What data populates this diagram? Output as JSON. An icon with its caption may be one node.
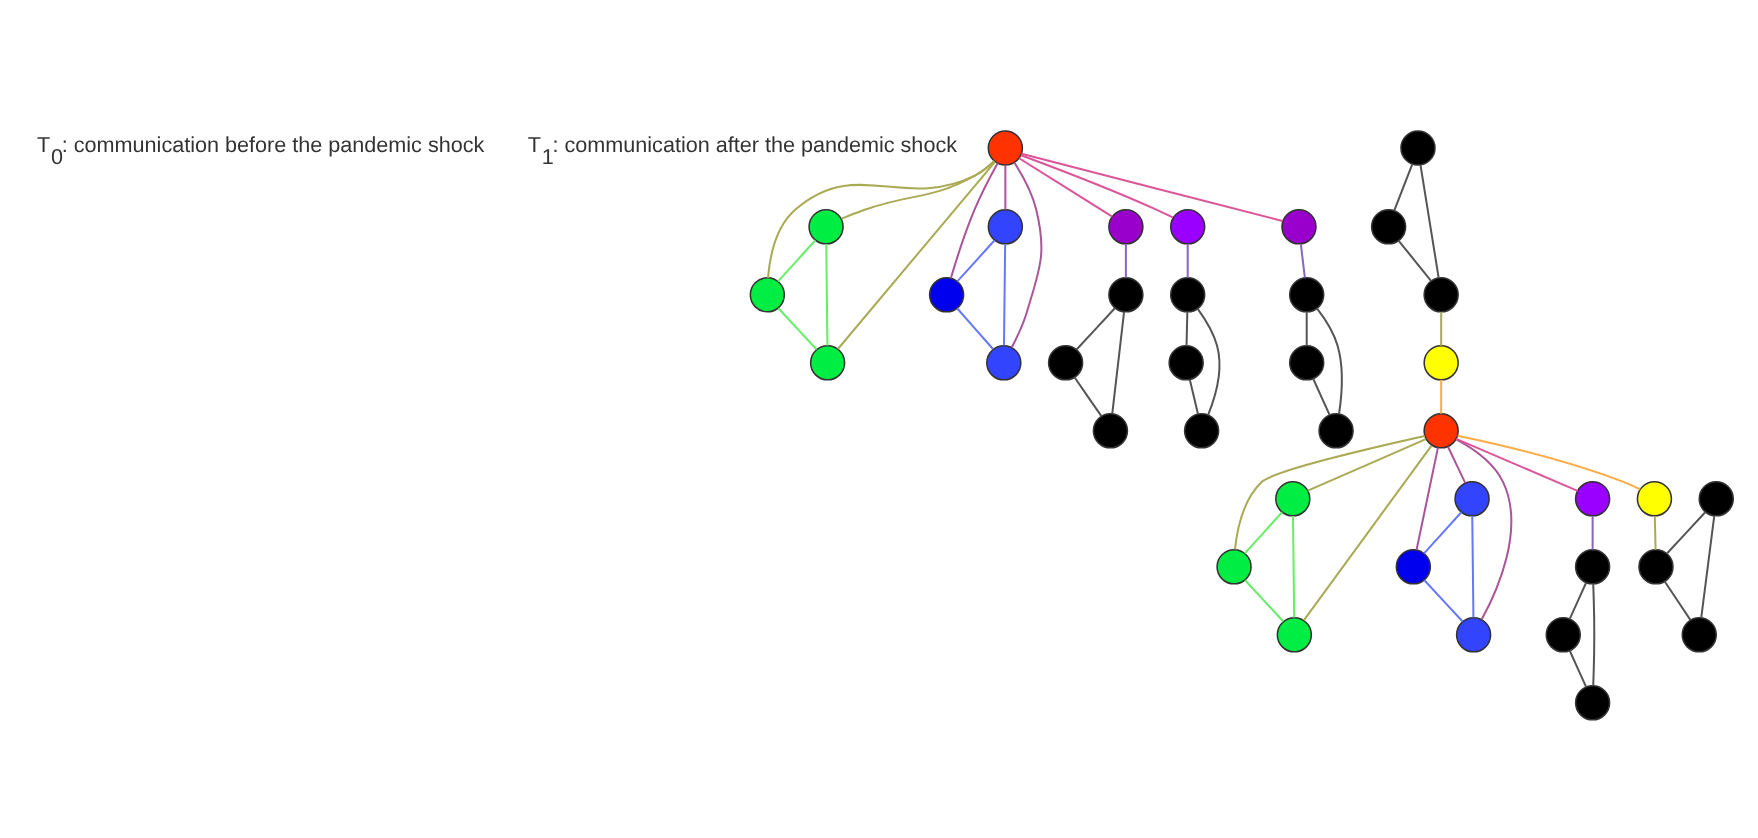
{
  "diagram": {
    "nodes": [
      {
        "text": [],
        "shape": "circle"
      },
      {
        "text": [],
        "shape": "circle"
      },
      {
        "text": [],
        "shape": "circle"
      },
      {
        "text": [],
        "shape": "circle"
      },
      {
        "text": [],
        "shape": "circle"
      },
      {
        "text": [],
        "shape": "circle"
      },
      {
        "text": [],
        "shape": "circle"
      },
      {
        "text": [],
        "shape": "circle"
      },
      {
        "text": [],
        "shape": "circle"
      },
      {
        "text": [],
        "shape": "circle"
      },
      {
        "text": [],
        "shape": "circle"
      },
      {
        "text": [],
        "shape": "circle"
      },
      {
        "text": [],
        "shape": "circle"
      },
      {
        "text": [],
        "shape": "circle"
      },
      {
        "text": [],
        "shape": "circle"
      },
      {
        "text": [],
        "shape": "circle"
      },
      {
        "text": [],
        "shape": "circle"
      },
      {
        "text": [],
        "shape": "circle"
      },
      {
        "text": [],
        "shape": "circle"
      },
      {
        "text": [],
        "shape": "circle"
      },
      {
        "text": [],
        "shape": "circle"
      },
      {
        "text": [],
        "shape": "circle"
      },
      {
        "text": [],
        "shape": "circle"
      },
      {
        "text": [],
        "shape": "circle"
      },
      {
        "text": [],
        "shape": "circle"
      },
      {
        "text": [],
        "shape": "circle"
      },
      {
        "text": [],
        "shape": "circle"
      },
      {
        "text": [],
        "shape": "circle"
      },
      {
        "text": [],
        "shape": "circle"
      },
      {
        "text": [],
        "shape": "circle"
      },
      {
        "text": [],
        "shape": "circle"
      },
      {
        "text": [],
        "shape": "circle"
      },
      {
        "text": [],
        "shape": "circle"
      },
      {
        "text": [],
        "shape": "circle"
      },
      {
        "text": [],
        "shape": "circle"
      },
      {
        "text": [],
        "shape": "circle"
      },
      {
        "text": [],
        "shape": "circle"
      },
      {
        "text": [],
        "shape": "circle"
      }
    ],
    "edges": [
      {
        "from": 1,
        "to": 2,
        "arrow": "none",
        "color": "#66ee66"
      },
      {
        "from": 1,
        "to": 3,
        "arrow": "none",
        "color": "#66ee66"
      },
      {
        "from": 2,
        "to": 3,
        "arrow": "none",
        "color": "#66ee66"
      },
      {
        "from": 0,
        "to": 1,
        "arrow": "none",
        "color": "#aaaa55"
      },
      {
        "from": 0,
        "to": 2,
        "arrow": "none",
        "color": "#aaaa55"
      },
      {
        "from": 0,
        "to": 3,
        "arrow": "none",
        "color": "#aaaa55"
      },
      {
        "from": 4,
        "to": 5,
        "arrow": "none",
        "color": "#6677ff"
      },
      {
        "from": 4,
        "to": 6,
        "arrow": "none",
        "color": "#6677ff"
      },
      {
        "from": 5,
        "to": 6,
        "arrow": "none",
        "color": "#6677ff"
      },
      {
        "from": 0,
        "to": 4,
        "arrow": "none",
        "color": "#aa5599"
      },
      {
        "from": 0,
        "to": 5,
        "arrow": "none",
        "color": "#aa5599"
      },
      {
        "from": 0,
        "to": 6,
        "arrow": "none",
        "color": "#aa5599"
      },
      {
        "from": 0,
        "to": 7,
        "arrow": "none",
        "color": "#dd5599"
      },
      {
        "from": 0,
        "to": 11,
        "arrow": "none",
        "color": "#dd5599"
      },
      {
        "from": 0,
        "to": 15,
        "arrow": "none",
        "color": "#dd5599"
      },
      {
        "from": 7,
        "to": 8,
        "arrow": "none",
        "color": "#8866bb"
      },
      {
        "from": 8,
        "to": 9,
        "arrow": "none"
      },
      {
        "from": 8,
        "to": 10,
        "arrow": "none"
      },
      {
        "from": 9,
        "to": 10,
        "arrow": "none"
      },
      {
        "from": 11,
        "to": 12,
        "arrow": "none",
        "color": "#8866bb"
      },
      {
        "from": 12,
        "to": 13,
        "arrow": "none"
      },
      {
        "from": 12,
        "to": 14,
        "arrow": "none"
      },
      {
        "from": 13,
        "to": 14,
        "arrow": "none"
      },
      {
        "from": 15,
        "to": 16,
        "arrow": "none",
        "color": "#8866bb"
      },
      {
        "from": 16,
        "to": 17,
        "arrow": "none"
      },
      {
        "from": 16,
        "to": 18,
        "arrow": "none"
      },
      {
        "from": 17,
        "to": 18,
        "arrow": "none"
      },
      {
        "from": 19,
        "to": 20,
        "arrow": "none"
      },
      {
        "from": 19,
        "to": 21,
        "arrow": "none"
      },
      {
        "from": 20,
        "to": 21,
        "arrow": "none"
      },
      {
        "from": 21,
        "to": 22,
        "arrow": "none",
        "color": "#aaaa55"
      },
      {
        "from": 22,
        "to": 26,
        "arrow": "none",
        "color": "#ffaa44"
      },
      {
        "from": 23,
        "to": 24,
        "arrow": "none",
        "color": "#66ee66"
      },
      {
        "from": 23,
        "to": 25,
        "arrow": "none",
        "color": "#66ee66"
      },
      {
        "from": 24,
        "to": 25,
        "arrow": "none",
        "color": "#66ee66"
      },
      {
        "from": 26,
        "to": 23,
        "arrow": "none",
        "color": "#aaaa55"
      },
      {
        "from": 26,
        "to": 24,
        "arrow": "none",
        "color": "#aaaa55"
      },
      {
        "from": 26,
        "to": 25,
        "arrow": "none",
        "color": "#aaaa55"
      },
      {
        "from": 27,
        "to": 28,
        "arrow": "none",
        "color": "#6677ff"
      },
      {
        "from": 27,
        "to": 29,
        "arrow": "none",
        "color": "#6677ff"
      },
      {
        "from": 28,
        "to": 29,
        "arrow": "none",
        "color": "#6677ff"
      },
      {
        "from": 26,
        "to": 27,
        "arrow": "none",
        "color": "#aa5599"
      },
      {
        "from": 26,
        "to": 28,
        "arrow": "none",
        "color": "#aa5599"
      },
      {
        "from": 26,
        "to": 29,
        "arrow": "none",
        "color": "#aa5599"
      },
      {
        "from": 26,
        "to": 30,
        "arrow": "none",
        "color": "#dd5599"
      },
      {
        "from": 30,
        "to": 31,
        "arrow": "none",
        "color": "#8866bb"
      },
      {
        "from": 31,
        "to": 32,
        "arrow": "none"
      },
      {
        "from": 31,
        "to": 33,
        "arrow": "none"
      },
      {
        "from": 32,
        "to": 33,
        "arrow": "none"
      },
      {
        "from": 26,
        "to": 34,
        "arrow": "none",
        "color": "#ffaa44"
      },
      {
        "from": 34,
        "to": 36,
        "arrow": "none",
        "color": "#aaaa55"
      },
      {
        "from": 35,
        "to": 36,
        "arrow": "none"
      },
      {
        "from": 35,
        "to": 37,
        "arrow": "none"
      },
      {
        "from": 36,
        "to": 37,
        "arrow": "none"
      }
    ],
    "labels": [
      "T$_{0}$: communication before the pandemic shock",
      "T$_{1}$: communication after the pandemic shock"
    ]
  }
}
